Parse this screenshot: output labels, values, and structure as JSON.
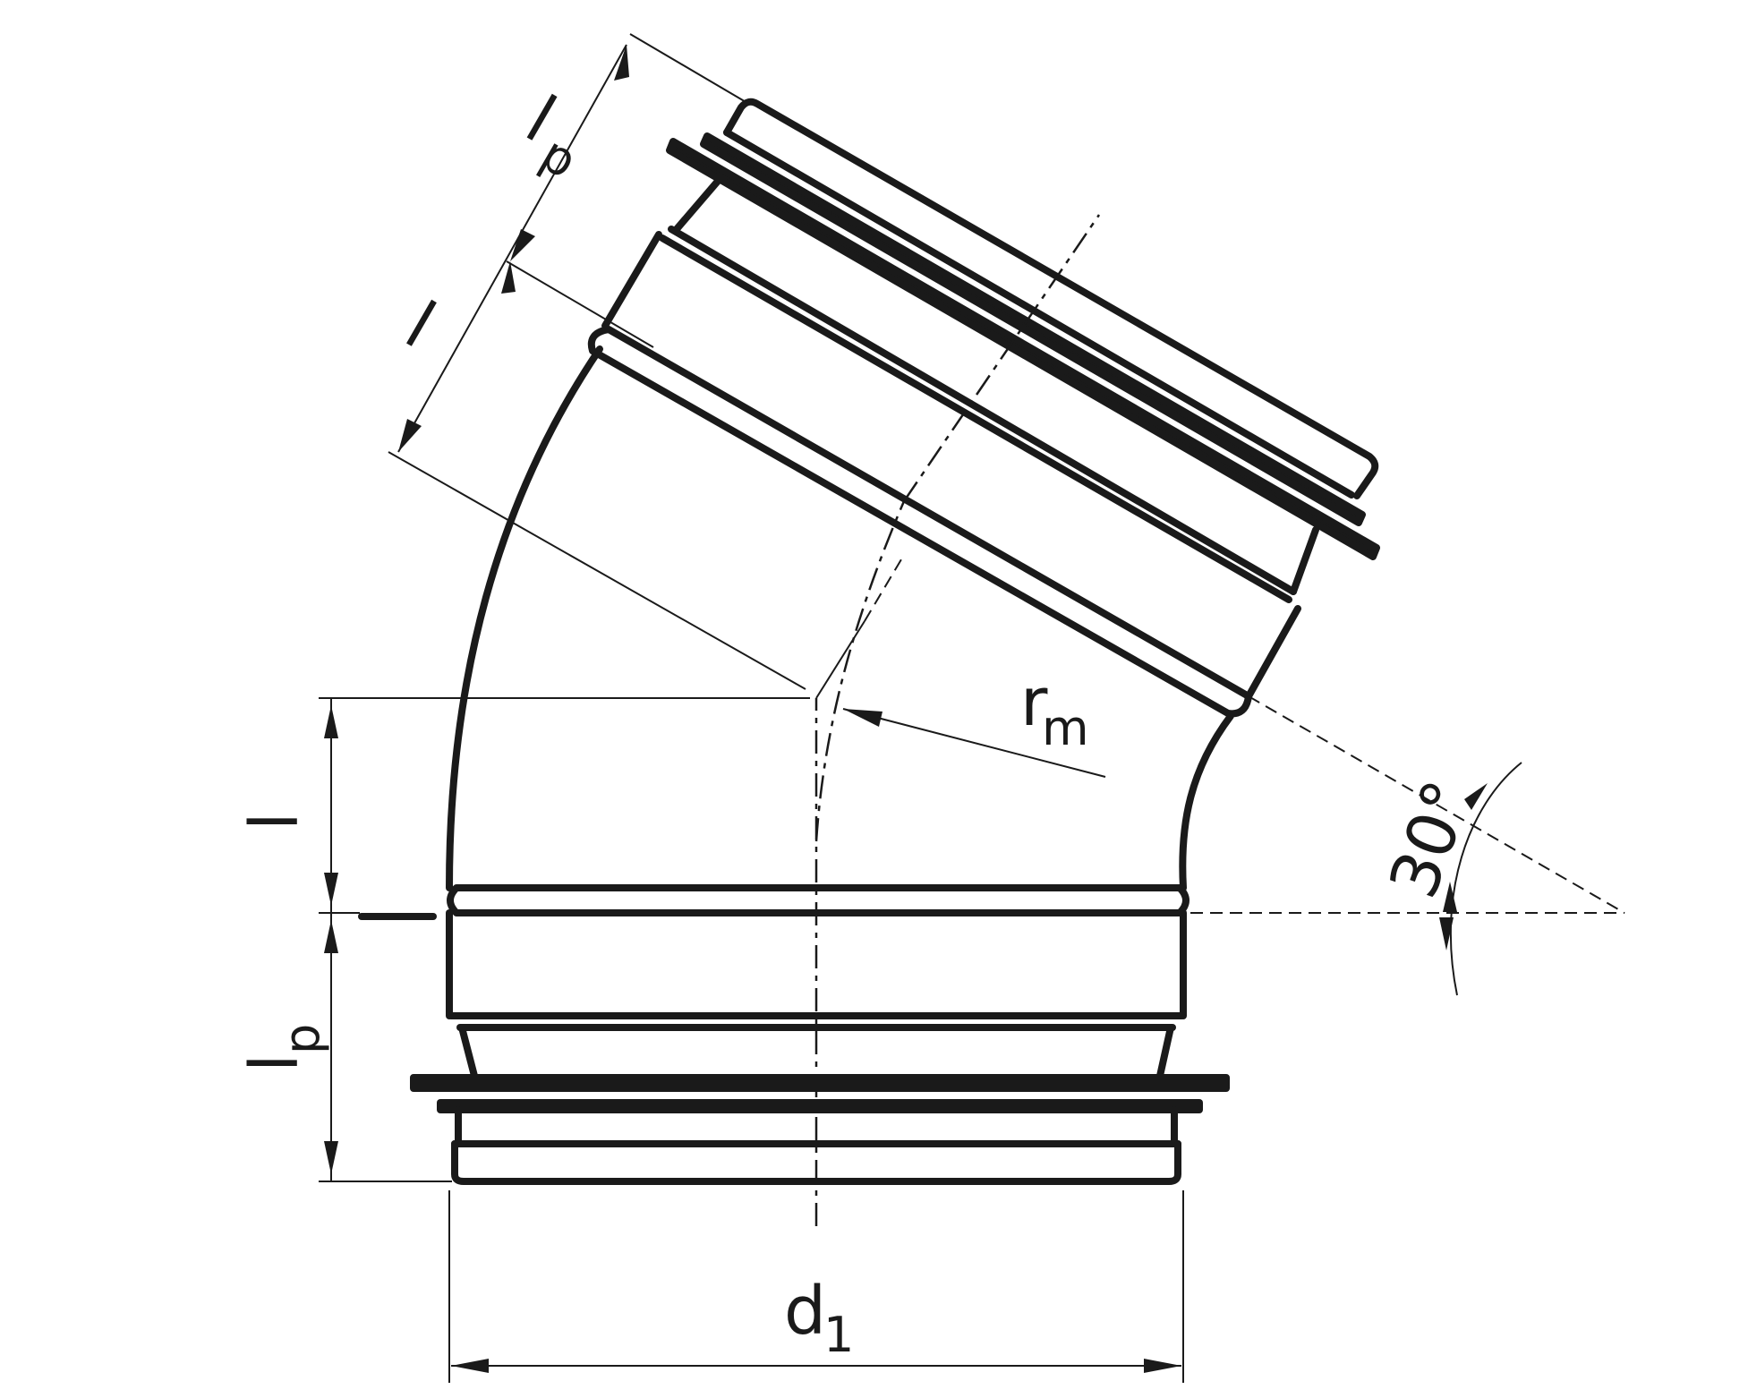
{
  "labels": {
    "l_top_main": "l",
    "l_top_sub": "p",
    "l_top2": "l",
    "l_left": "l",
    "lp_left_main": "l",
    "lp_left_sub": "p",
    "rm_main": "r",
    "rm_sub": "m",
    "angle": "30°",
    "d1_main": "d",
    "d1_sub": "1"
  },
  "colors": {
    "stroke": "#1a1a1a",
    "background": "#ffffff"
  }
}
